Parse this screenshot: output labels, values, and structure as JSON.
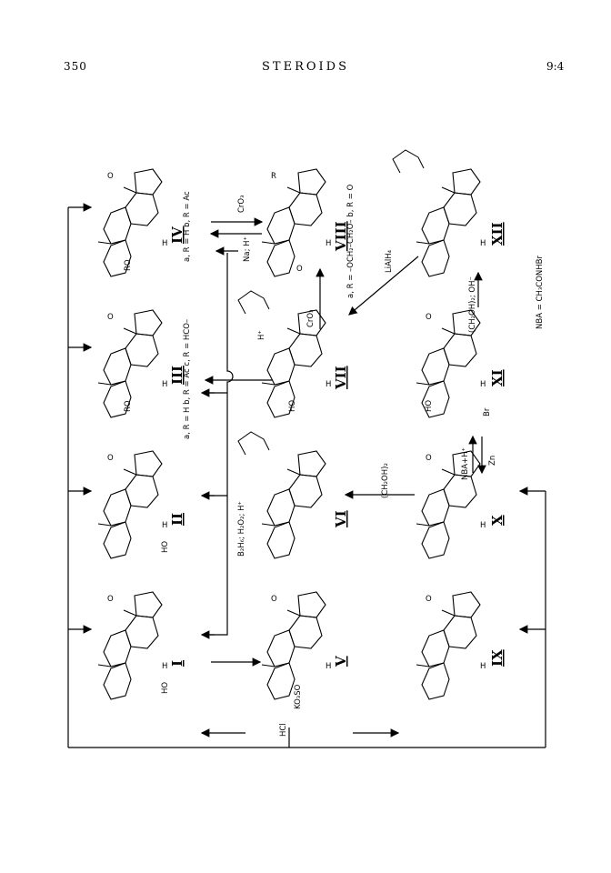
{
  "header": {
    "page_number": "350",
    "title": "STEROIDS",
    "section": "9:4"
  },
  "compounds": {
    "I": "I",
    "II": "II",
    "III": "III",
    "IV": "IV",
    "V": "V",
    "VI": "VI",
    "VII": "VII",
    "VIII": "VIII",
    "IX": "IX",
    "X": "X",
    "XI": "XI",
    "XII": "XII"
  },
  "labels": {
    "hcl": "HCl",
    "iii_subst": "a, R = H  b, R = Ac  c, R = HCO–",
    "iv_subst": "a, R = H  b, R = Ac",
    "viii_subst": "a, R = –OCH₂–CH₂O–  b, R = O",
    "b2h6": "B₂H₆; H₂O₂; H⁺",
    "h_plus": "H⁺",
    "cro3_left": "CrO₃",
    "cro3_right": "CrO₃",
    "na_h": "Na; H⁺",
    "lialh4": "LiAlH₄",
    "ch2oh2_x": "(CH₂OH)₂",
    "ch2oh2_xi": "(CH₂OH)₂; OH⁻",
    "nba_h": "NBA+H⁺",
    "zn": "Zn",
    "nba_def": "NBA = CH₃CONHBr",
    "ro": "RO",
    "ho": "HO",
    "kso": "KO₃SO",
    "br": "Br",
    "h": "H",
    "o": "O",
    "r": "R"
  }
}
